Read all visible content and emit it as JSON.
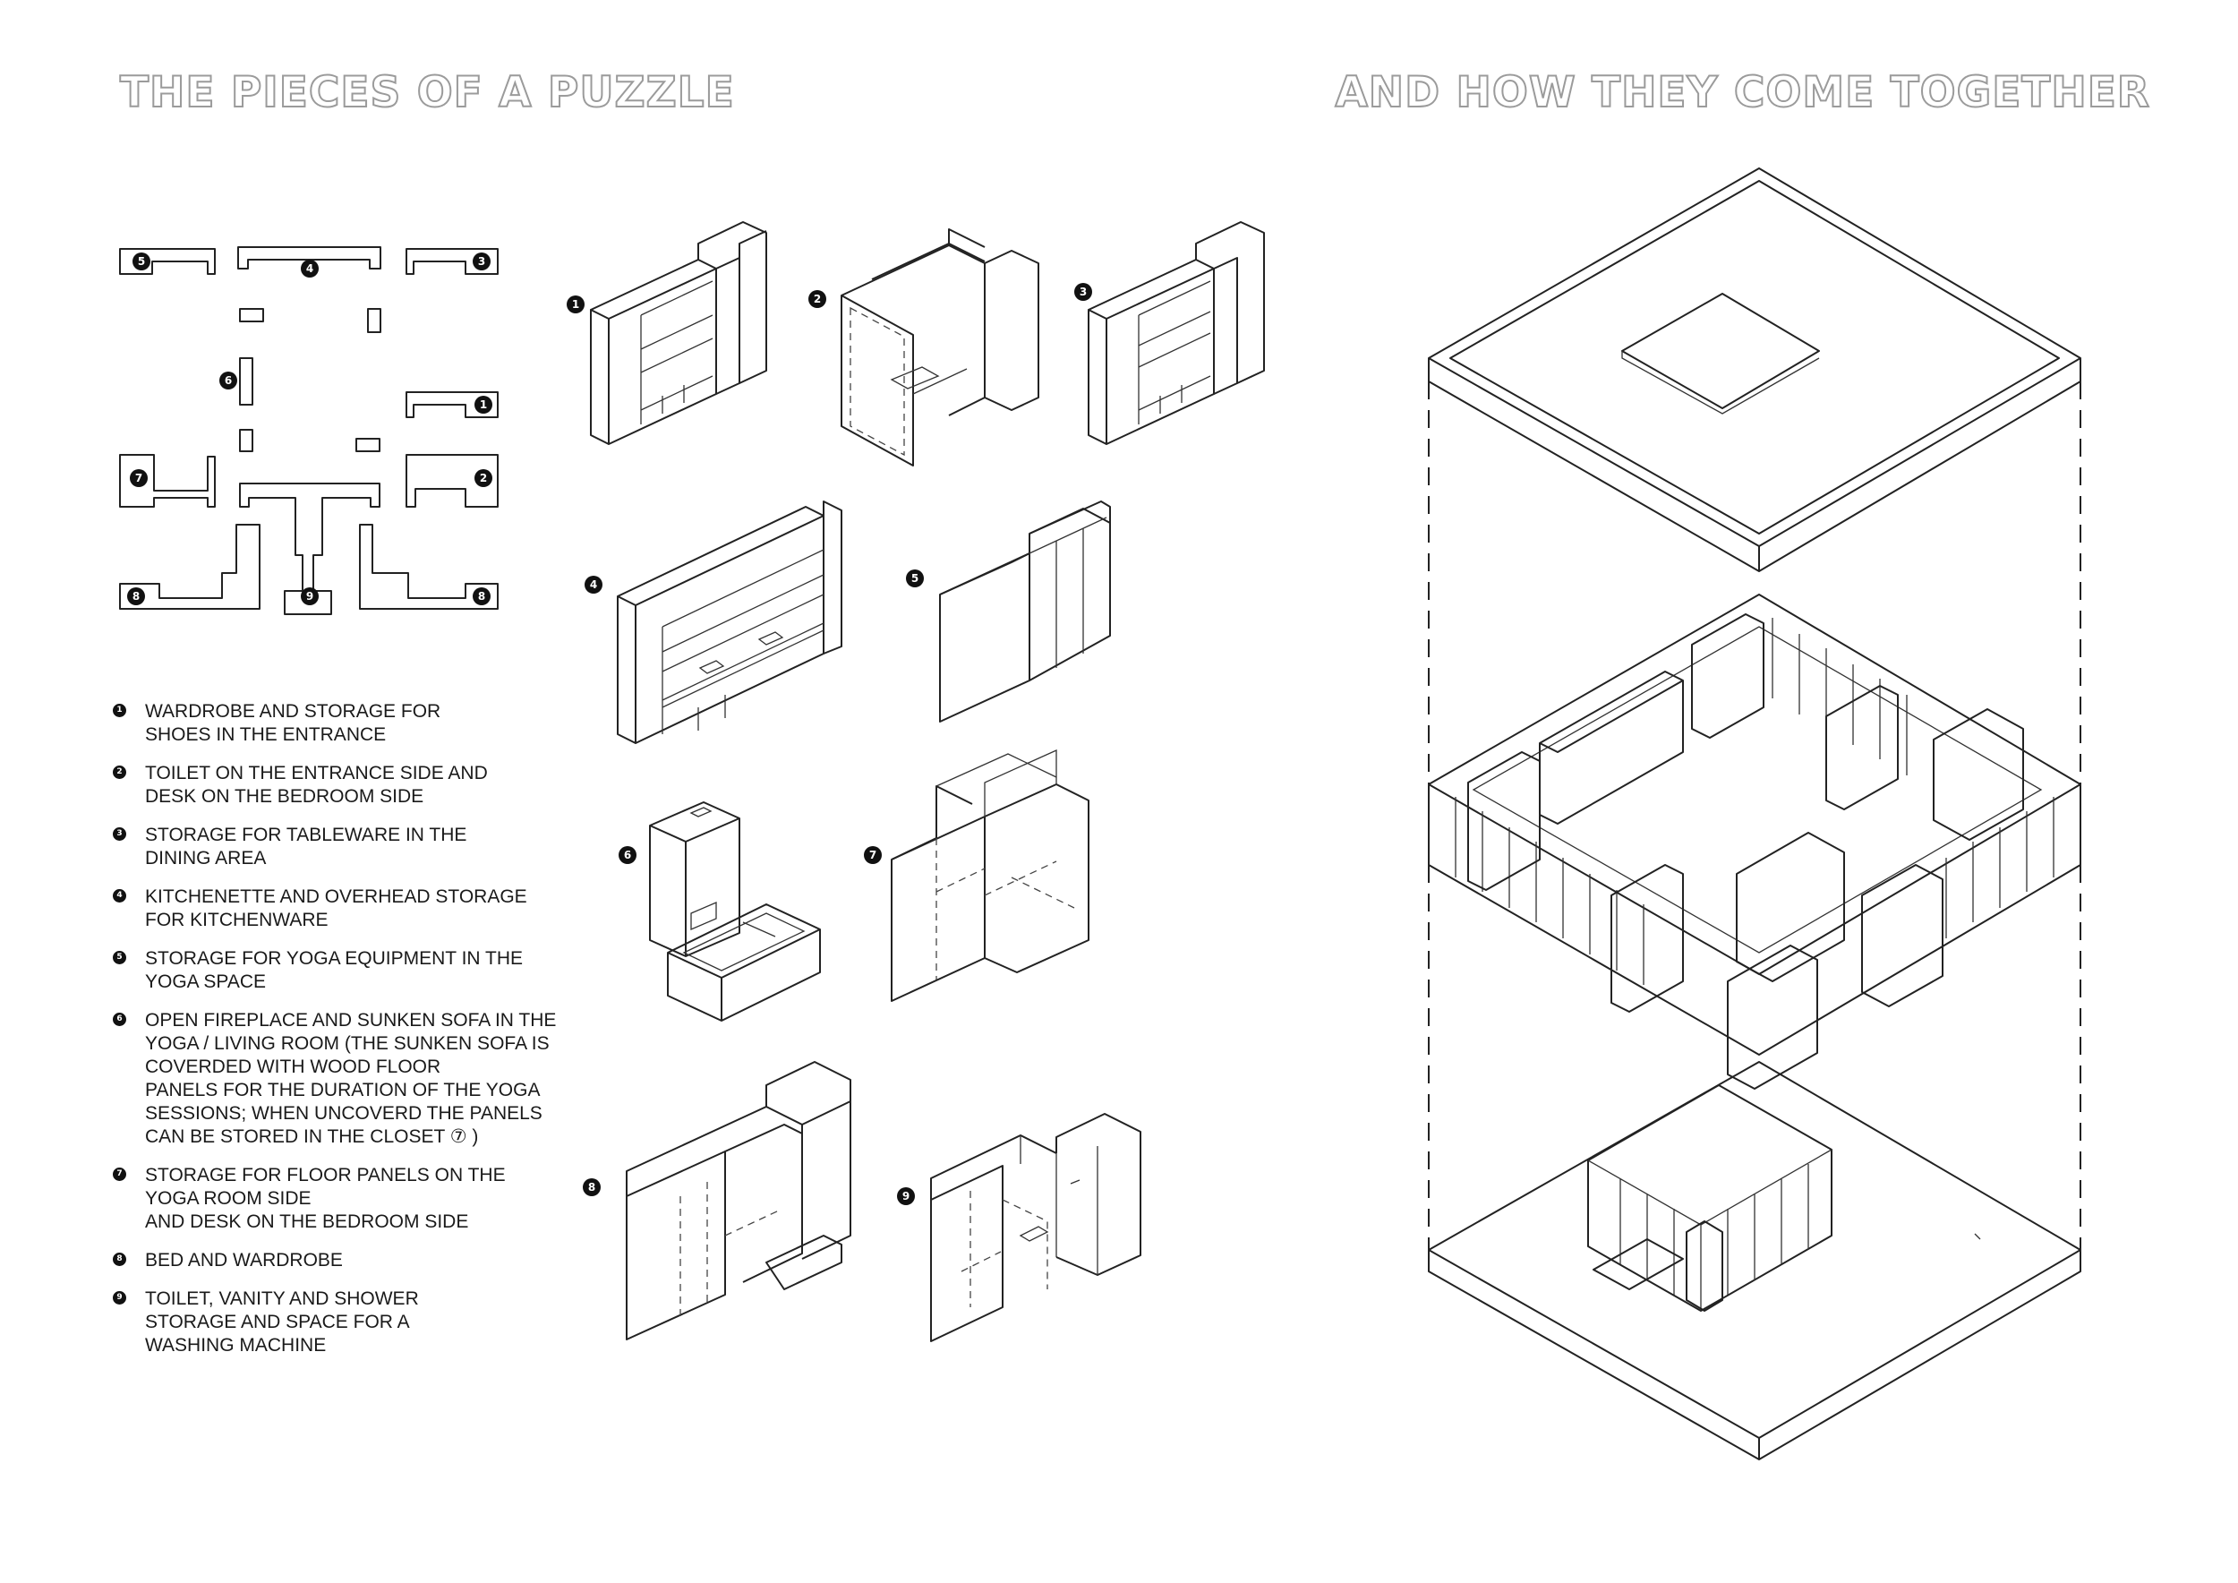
{
  "titles": {
    "left": "THE PIECES OF A PUZZLE",
    "right": "AND HOW THEY COME TOGETHER"
  },
  "plan_labels": [
    "5",
    "4",
    "3",
    "6",
    "1",
    "7",
    "2",
    "8",
    "9",
    "8"
  ],
  "piece_labels": [
    "1",
    "2",
    "3",
    "4",
    "5",
    "6",
    "7",
    "8",
    "9"
  ],
  "legend": [
    {
      "num": "1",
      "text": "WARDROBE AND STORAGE FOR\n SHOES IN THE ENTRANCE"
    },
    {
      "num": "2",
      "text": "TOILET ON THE ENTRANCE SIDE AND\nDESK ON THE BEDROOM SIDE"
    },
    {
      "num": "3",
      "text": "STORAGE FOR TABLEWARE IN THE\nDINING AREA"
    },
    {
      "num": "4",
      "text": "KITCHENETTE AND OVERHEAD STORAGE\nFOR KITCHENWARE"
    },
    {
      "num": "5",
      "text": "STORAGE FOR YOGA EQUIPMENT IN THE\nYOGA SPACE"
    },
    {
      "num": "6",
      "text": "OPEN FIREPLACE AND SUNKEN SOFA IN THE\nYOGA / LIVING ROOM (THE SUNKEN SOFA IS\nCOVERDED WITH WOOD FLOOR\nPANELS FOR THE DURATION OF THE YOGA\nSESSIONS; WHEN UNCOVERD THE PANELS\nCAN BE STORED IN THE CLOSET  ⑦ )"
    },
    {
      "num": "7",
      "text": "STORAGE FOR FLOOR PANELS ON THE\nYOGA ROOM SIDE\nAND DESK ON THE BEDROOM SIDE"
    },
    {
      "num": "8",
      "text": "BED AND WARDROBE"
    },
    {
      "num": "9",
      "text": "TOILET, VANITY AND SHOWER\nSTORAGE AND SPACE FOR A\nWASHING MACHINE"
    }
  ]
}
